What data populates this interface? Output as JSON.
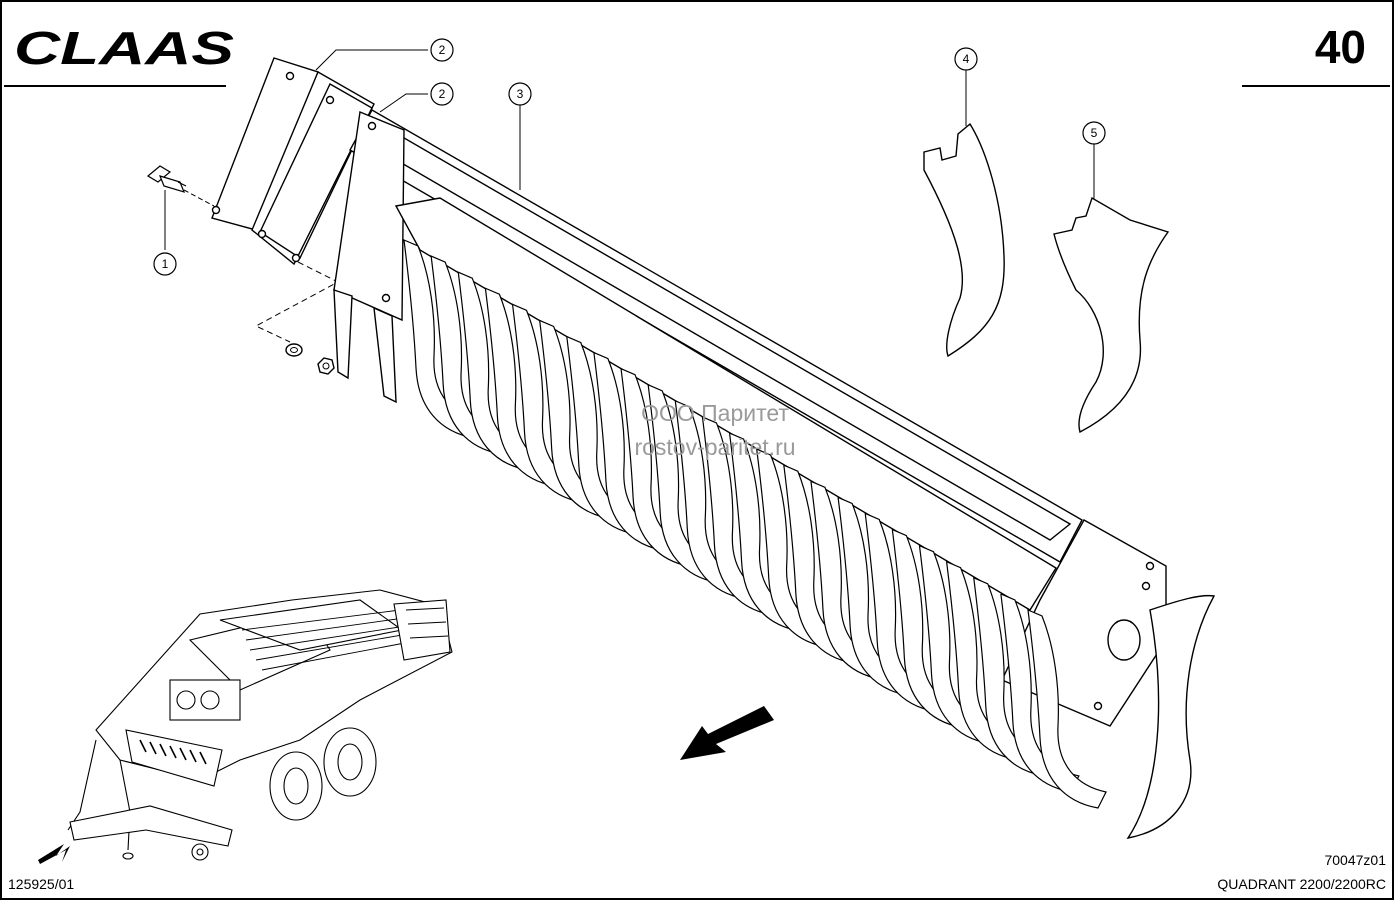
{
  "header": {
    "brand": "CLAAS",
    "page_number": "40"
  },
  "callouts": [
    {
      "label": "1"
    },
    {
      "label": "2"
    },
    {
      "label": "2"
    },
    {
      "label": "3"
    },
    {
      "label": "4"
    },
    {
      "label": "5"
    }
  ],
  "watermark": {
    "line1": "ООО Паритет",
    "line2": "rostov-paritet.ru"
  },
  "footer": {
    "drawing_code": "70047z01",
    "model": "QUADRANT 2200/2200RC",
    "ref_number": "125925/01"
  }
}
